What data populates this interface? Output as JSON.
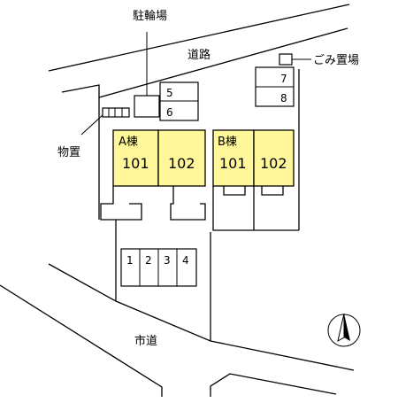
{
  "labels": {
    "bicycle_parking": "駐輪場",
    "road": "道路",
    "garbage": "ごみ置場",
    "storage": "物置",
    "city_road": "市道"
  },
  "parking_top": [
    "5",
    "6"
  ],
  "parking_right": [
    "7",
    "8"
  ],
  "parking_bottom": [
    "1",
    "2",
    "3",
    "4"
  ],
  "building_a": {
    "name": "A棟",
    "units": [
      "101",
      "102"
    ]
  },
  "building_b": {
    "name": "B棟",
    "units": [
      "101",
      "102"
    ]
  },
  "colors": {
    "unit_fill": "#fff799",
    "line": "#000000",
    "background": "#ffffff"
  },
  "icons": {
    "compass": "north-arrow-icon"
  }
}
